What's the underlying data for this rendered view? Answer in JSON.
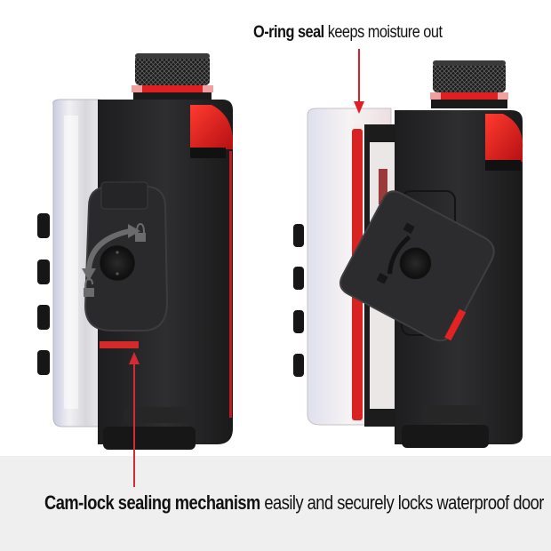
{
  "callouts": {
    "top": {
      "bold": "O-ring seal",
      "text": " keeps moisture out",
      "arrow_color": "#e01e26"
    },
    "bottom": {
      "bold": "Cam-lock sealing mechanism",
      "text": " easily and securely locks waterproof door",
      "arrow_color": "#d42a35"
    }
  },
  "products": [
    {
      "view": "housing-closed-locked",
      "accent_color": "#e52222"
    },
    {
      "view": "housing-open-unlocked",
      "accent_color": "#e52222"
    }
  ],
  "colors": {
    "body": "#2a2a2c",
    "panel_bg": "#efefef",
    "accent": "#e52222"
  }
}
